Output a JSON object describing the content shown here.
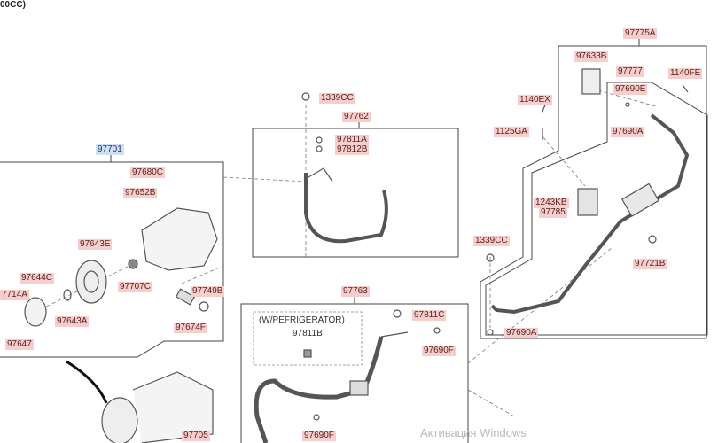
{
  "header_fragment": "00CC)",
  "labels": {
    "assembly_main": "97701",
    "p97680C": "97680C",
    "p97652B": "97652B",
    "p97643E": "97643E",
    "p97644C": "97644C",
    "p97714A": "7714A",
    "p97707C": "97707C",
    "p97749B": "97749B",
    "p97643A": "97643A",
    "p97674F": "97674F",
    "p97647": "97647",
    "p1339CC_top": "1339CC",
    "p97762": "97762",
    "p97811A": "97811A",
    "p97812B": "97812B",
    "p97775A": "97775A",
    "p97633B": "97633B",
    "p97777": "97777",
    "p1140FE": "1140FE",
    "p97690E": "97690E",
    "p1140EX": "1140EX",
    "p1125GA": "1125GA",
    "p97690A_top": "97690A",
    "p1243KB": "1243KB",
    "p97785": "97785",
    "p1339CC_right": "1339CC",
    "p97721B": "97721B",
    "p97690A_bottom": "97690A",
    "p97763": "97763",
    "refrigerator_note": "(W/PEFRIGERATOR)",
    "p97811B": "97811B",
    "p97811C": "97811C",
    "p97690F_right": "97690F",
    "p97690F_bottom": "97690F",
    "p97705": "97705"
  },
  "watermark": "Активация Windows",
  "colors": {
    "label_bg": "#f6cfcc",
    "assembly_label_bg": "#cfe0f5"
  }
}
